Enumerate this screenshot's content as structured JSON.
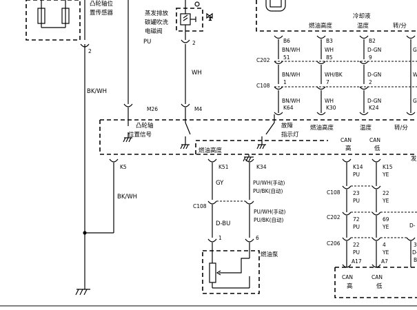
{
  "cam_sensor": {
    "label_line1": "凸轮轴位",
    "label_line2": "置传感器",
    "pin": "2"
  },
  "evap": {
    "label_line1": "蒸发排放",
    "label_line2": "碳罐吹洗",
    "label_line3": "电磁阀",
    "pin": "2"
  },
  "wires": {
    "cam_left": "BK/WH",
    "evap_pu": "PU",
    "evap_wh": "WH",
    "k5_wire": "BK/WH",
    "k51_wire": "GY",
    "k34_wire_line1": "PU/WH(手动)",
    "k34_wire_line2": "PU/BK(自动)",
    "c108_right_line1": "PU/WH(手动)",
    "c108_right_line2": "PU/BK(自动)",
    "c108_left": "D-BU"
  },
  "ecm_top": {
    "m26": "M26",
    "m4": "M4",
    "cam_signal_line1": "凸轮轴",
    "cam_signal_line2": "位置信号",
    "fault_line1": "故障",
    "fault_line2": "指示灯",
    "fuel_level": "燃油高度",
    "fuel_level2": "燃油高度",
    "temp": "温度",
    "turn": "转/分"
  },
  "cluster": {
    "fuel_level": "燃油高度",
    "coolant_line1": "冷却液",
    "coolant_line2": "温度",
    "turn": "转/分"
  },
  "connectors": {
    "c202": "C202",
    "c108": "C108",
    "c108b": "C108",
    "c108c": "C108",
    "c202b": "C202",
    "c206": "C206"
  },
  "col_b6": {
    "pin_top": "B6",
    "w1": "BN/WH",
    "n1": "51",
    "w2": "BN/WH",
    "n2": "1",
    "w3": "BN/WH",
    "n3": "K64"
  },
  "col_b3": {
    "pin_top": "B3",
    "w1": "WH",
    "n1": "85",
    "w2": "WH/BK",
    "n2": "7",
    "w3": "WH",
    "n3": "K30"
  },
  "col_b2": {
    "pin_top": "B2",
    "w1": "D-GN",
    "n1": "9",
    "w2": "D-GN",
    "n2": "2",
    "w3": "D-GN",
    "n3": "K24"
  },
  "col_g": {
    "g1": "G",
    "g2": "G",
    "w": "W"
  },
  "ecm_bottom": {
    "k5": "K5",
    "k51": "K51",
    "k34": "K34",
    "fuel_level": "燃油高度",
    "fa": "发"
  },
  "can": {
    "can_hi_top_line1": "CAN",
    "can_hi_top_line2": "高",
    "can_lo_top_line1": "CAN",
    "can_lo_top_line2": "低",
    "k14": "K14",
    "k14_w": "PU",
    "k15": "K15",
    "k15_w": "YE",
    "c108_23": "23",
    "c108_23_w": "PU",
    "c108_22": "22",
    "c108_22_w": "YE",
    "c202_72": "72",
    "c202_72_w": "PU",
    "c202_69": "69",
    "c202_69_w": "YE",
    "c206_22": "22",
    "c206_22_w": "PU",
    "c206_4": "4",
    "c206_4_w": "YE",
    "a17": "A17",
    "a7": "A7",
    "can_hi_bot_line1": "CAN",
    "can_hi_bot_line2": "高",
    "can_lo_bot_line1": "CAN",
    "can_lo_bot_line2": "低",
    "d_left": "D-",
    "d_right_3": "3",
    "d_right_d": "D-",
    "d_right_b": "B"
  },
  "fuel_pump": {
    "pin1": "1",
    "pin6": "6",
    "label": "燃油泵"
  }
}
